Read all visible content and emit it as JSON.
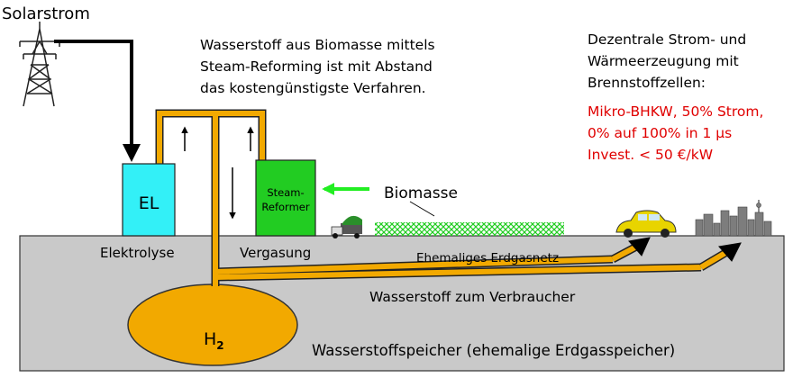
{
  "labels": {
    "solar": "Solarstrom",
    "intro_lines": [
      "Wasserstoff aus Biomasse mittels",
      "Steam-Reforming ist mit Abstand",
      "das kostengünstigste Verfahren."
    ],
    "right_lines": [
      "Dezentrale Strom- und",
      "Wärmeerzeugung mit",
      "Brennstoffzellen:"
    ],
    "right_red_lines": [
      "Mikro-BHKW, 50% Strom,",
      "0% auf 100% in 1 µs",
      "Invest. < 50 €/kW"
    ],
    "el_box": "EL",
    "steam_line1": "Steam-",
    "steam_line2": "Reformer",
    "biomasse": "Biomasse",
    "elektrolyse": "Elektrolyse",
    "vergasung": "Vergasung",
    "erdgasnetz": "Ehemaliges Erdgasnetz",
    "verbraucher": "Wasserstoff zum Verbraucher",
    "h2": "H",
    "h2_sub": "2",
    "speicher": "Wasserstoffspeicher (ehemalige Erdgasspeicher)"
  },
  "colors": {
    "ground": "#c9c9c9",
    "pipe": "#f2a900",
    "electrolyzer": "#33f0f7",
    "reformer": "#22cc22",
    "biomass_arrow": "#22ee22",
    "tank": "#f2a900",
    "red_text": "#e00000",
    "car": "#e8d400"
  }
}
